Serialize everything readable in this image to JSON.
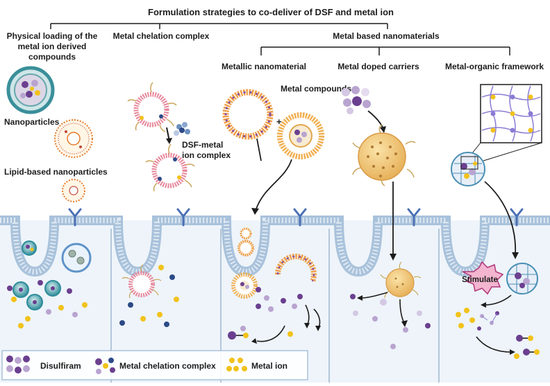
{
  "title": "Formulation strategies to co-deliver of DSF and metal ion",
  "categories": {
    "physical": [
      "Physical loading of the",
      "metal ion derived",
      "compounds"
    ],
    "chelation": "Metal chelation complex",
    "nanomaterials": "Metal based nanomaterials",
    "metallic": "Metallic nanomaterial",
    "doped": "Metal doped carriers",
    "mof": "Metal-organic framework"
  },
  "labels": {
    "nanoparticles": "Nanoparticles",
    "lipid": "Lipid-based nanoparticles",
    "dsf_complex": [
      "DSF-metal",
      "ion complex"
    ],
    "metal_compounds": "Metal compounds",
    "plus": "+",
    "stimulate": "Stimulate"
  },
  "legend": {
    "disulfiram": "Disulfiram",
    "chelation": "Metal chelation complex",
    "metal_ion": "Metal ion"
  },
  "colors": {
    "cell_fill": "#eef4fa",
    "membrane": "#a9c2db",
    "receptor": "#4a6fb5",
    "purple": "#6b3f8f",
    "lavender": "#b9a4d0",
    "yellow": "#f2c21b",
    "navy": "#2c4a87",
    "orange_core": "#f1cf86",
    "stimulate": "#f3b5cf"
  }
}
